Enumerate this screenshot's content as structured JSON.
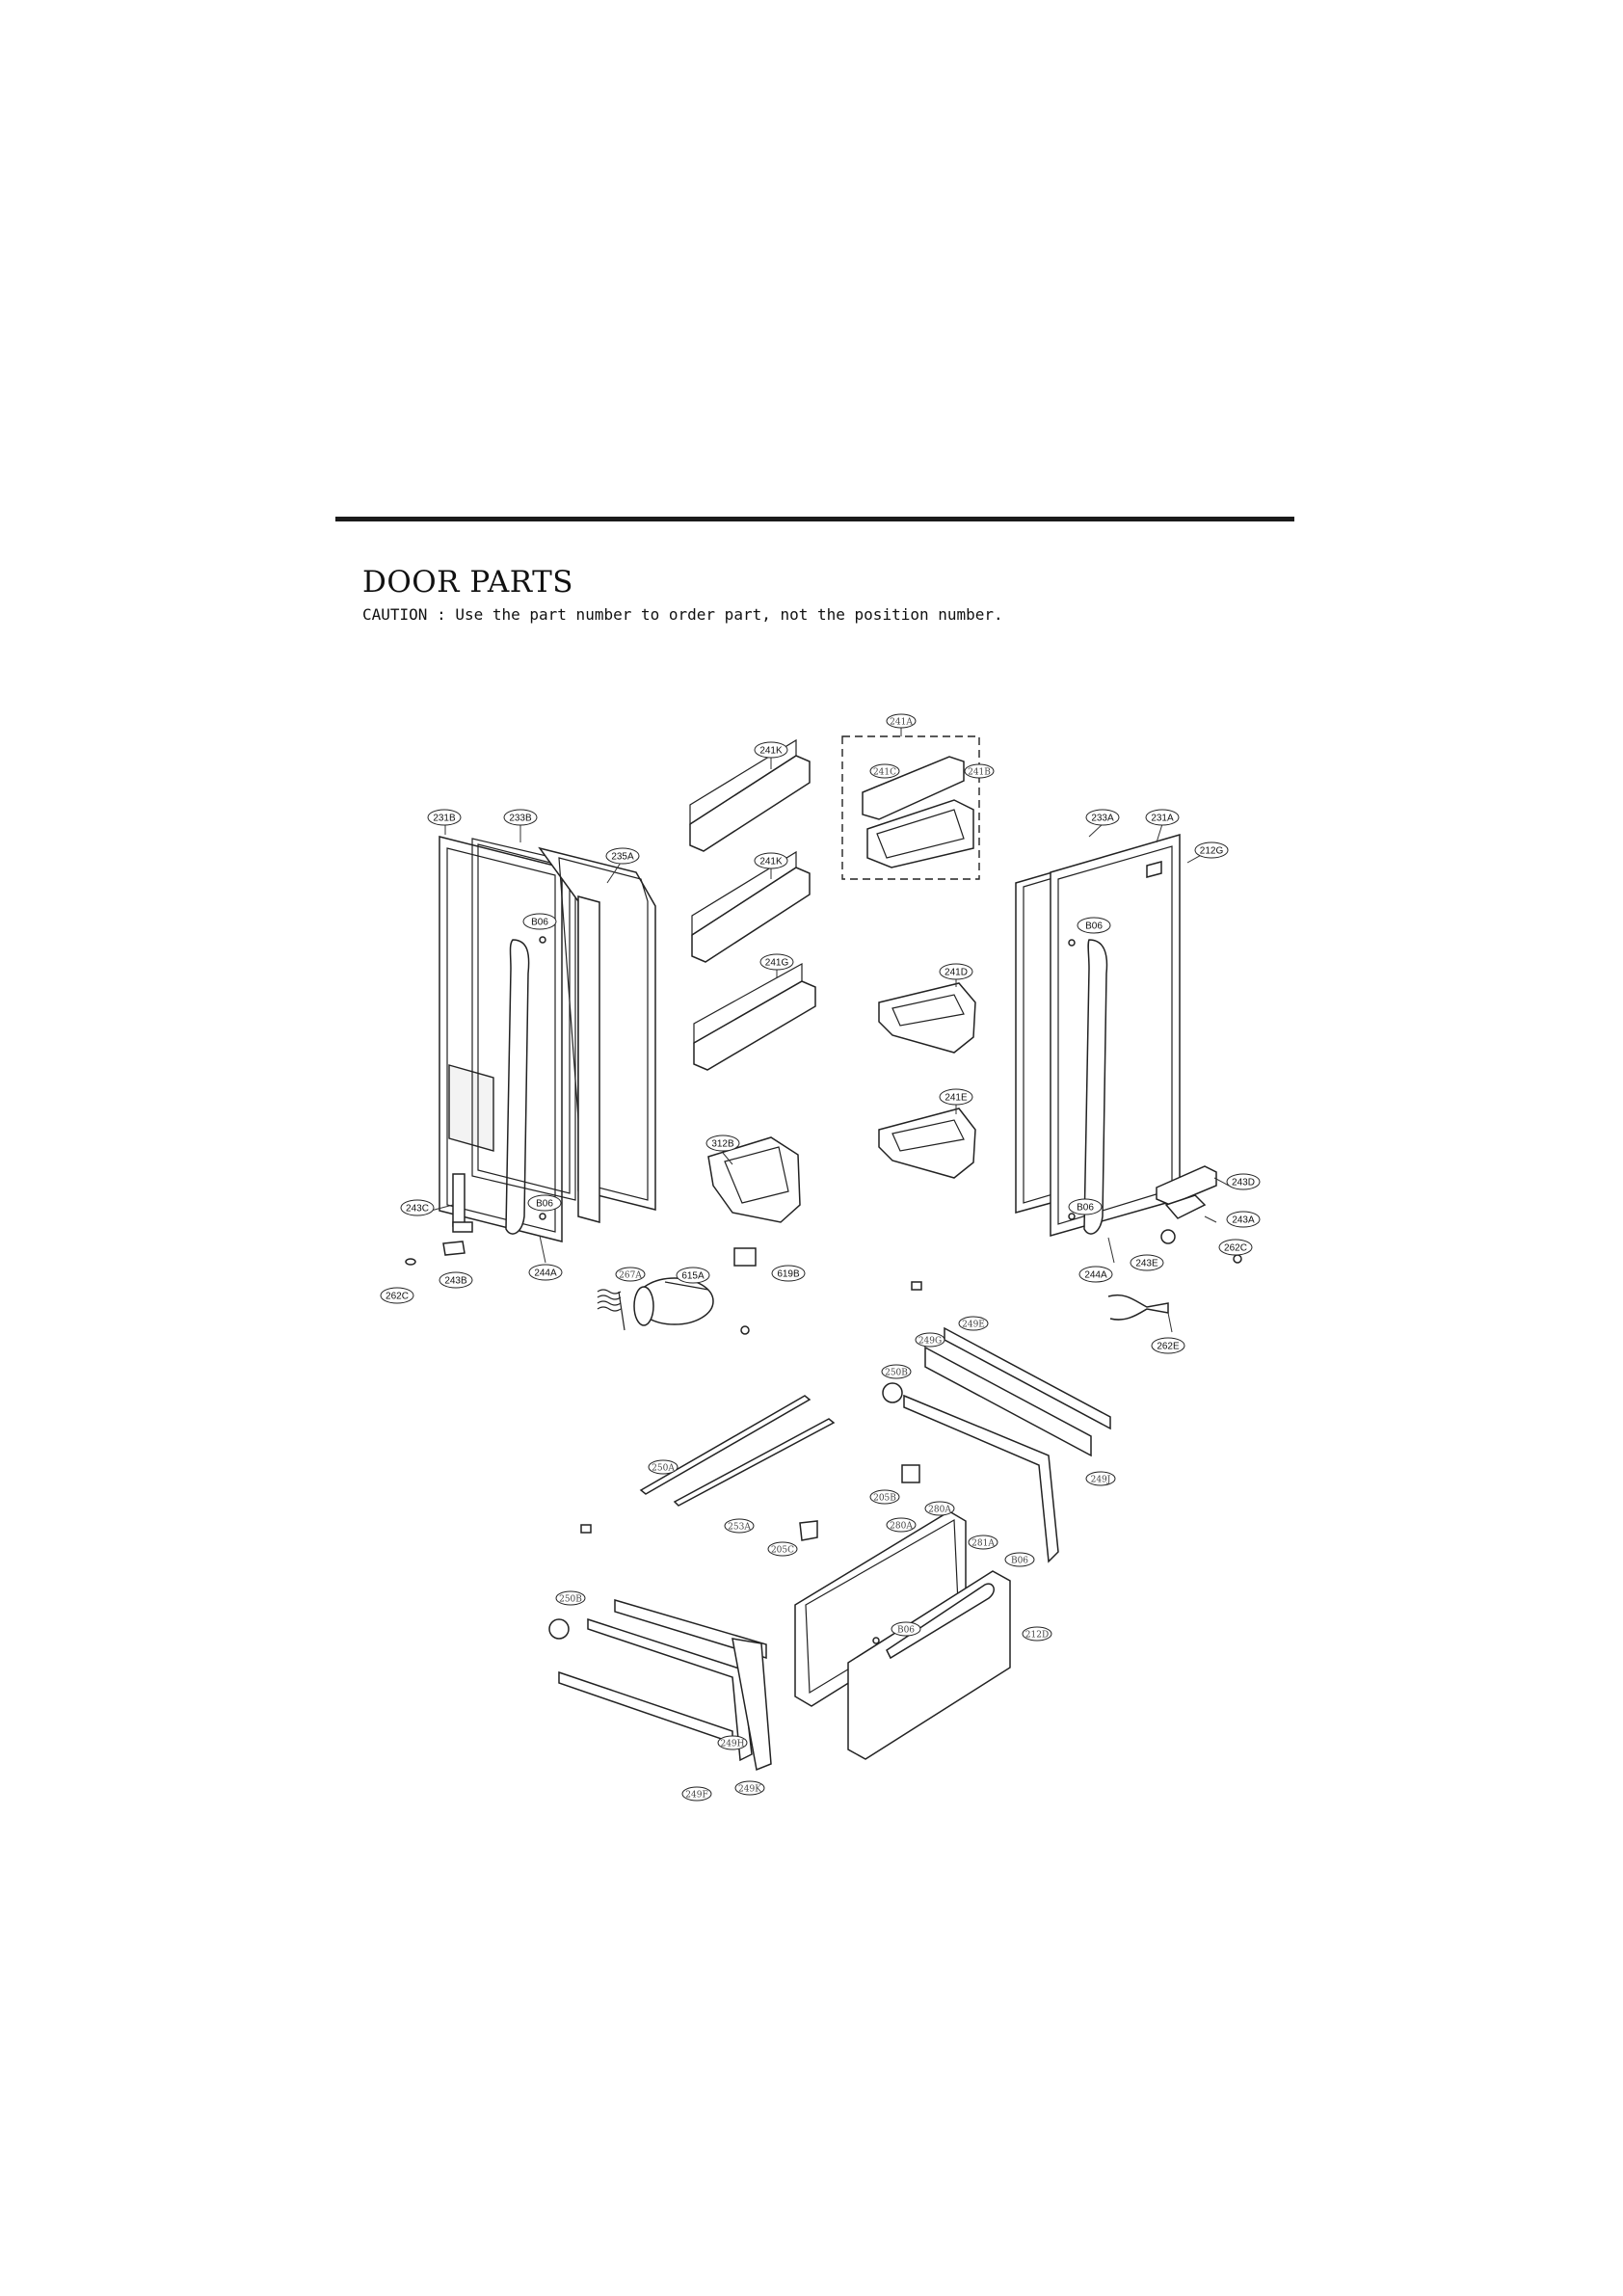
{
  "header": {
    "title": "DOOR PARTS",
    "caution": "CAUTION : Use the part number to order part, not the position number."
  },
  "callouts": {
    "c231B": "231B",
    "c233B": "233B",
    "c235A": "235A",
    "c241K_top": "241K",
    "c241K_mid": "241K",
    "c241G": "241G",
    "c241A": "241A",
    "c241C": "241C",
    "c241B": "241B",
    "c233A": "233A",
    "c231A": "231A",
    "c212G": "212G",
    "cB06_lt": "B06",
    "cB06_rt": "B06",
    "cB06_lb": "B06",
    "cB06_rb": "B06",
    "c241D": "241D",
    "c241E": "241E",
    "c312B": "312B",
    "c243C": "243C",
    "c243B": "243B",
    "c262C_l": "262C",
    "c244A_l": "244A",
    "c267A": "267A",
    "c615A": "615A",
    "c619B": "619B",
    "c243D": "243D",
    "c243A": "243A",
    "c262C_r": "262C",
    "c243E": "243E",
    "c244A_r": "244A",
    "c262E": "262E",
    "c249E": "249E",
    "c249G": "249G",
    "c250B_top": "250B",
    "c249J": "249J",
    "c250A": "250A",
    "c253A": "253A",
    "c205B": "205B",
    "c280A": "280A",
    "c280A2": "280A",
    "c205C": "205C",
    "c281A": "281A",
    "cB06_d": "B06",
    "cB06_d2": "B06",
    "c212D": "212D",
    "c250B_low": "250B",
    "c249H": "249H",
    "c249F": "249F",
    "c249K": "249K"
  }
}
